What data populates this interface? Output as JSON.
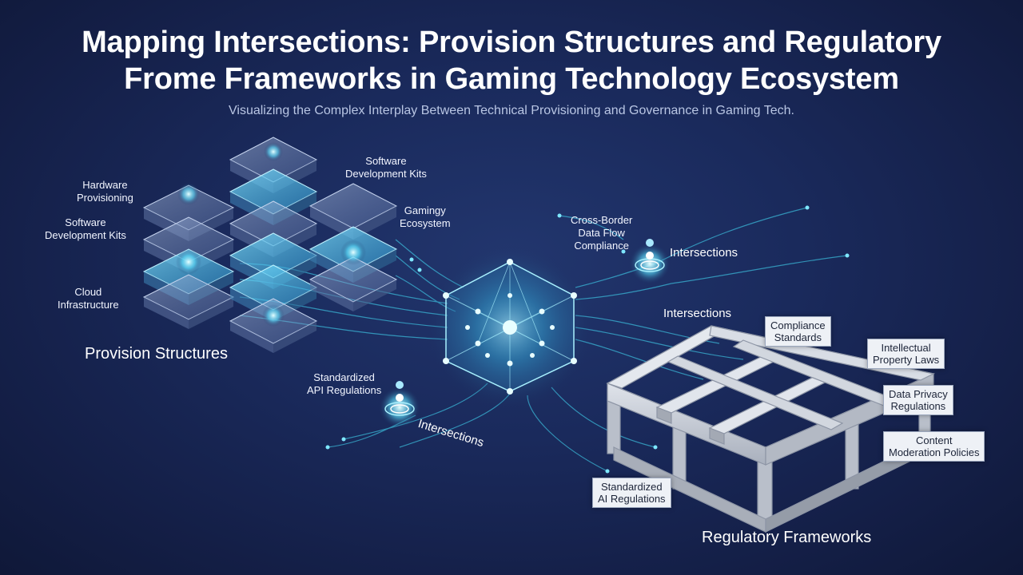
{
  "header": {
    "title_line1": "Mapping Intersections: Provision Structures and Regulatory",
    "title_line2": "Frome  Frameworks in Gaming Technology Ecosystem",
    "subtitle": "Visualizing the Complex Interplay Between Technical Provisioning and Governance in Gaming Tech."
  },
  "provision": {
    "section_title": "Provision Structures",
    "labels": {
      "hardware": [
        "Hardware",
        "Provisioning"
      ],
      "sdk_left": [
        "Software",
        "Development Kits"
      ],
      "cloud": [
        "Cloud",
        "Infrastructure"
      ],
      "sdk_top": [
        "Software",
        "Development Kits"
      ],
      "gaming": [
        "Gamingy",
        "Ecosystem"
      ]
    }
  },
  "intersections": {
    "cross_border": [
      "Cross-Border",
      "Data Flow",
      "Compliance"
    ],
    "api": [
      "Standardized",
      "API Regulations"
    ],
    "label_top_right": "Intersections",
    "label_middle": "Intersections",
    "label_bottom": "Intersections"
  },
  "regulatory": {
    "section_title": "Regulatory Frameworks",
    "boxes": {
      "compliance": [
        "Compliance",
        "Standards"
      ],
      "ip": [
        "Intellectual",
        "Property Laws"
      ],
      "privacy": [
        "Data Privacy",
        "Regulations"
      ],
      "content": [
        "Content",
        "Moderation Policies"
      ],
      "ai": [
        "Standardized",
        "AI Regulations"
      ]
    }
  },
  "colors": {
    "background": "#1a2a5c",
    "glow": "#7fe8ff",
    "line": "#3ec9e6",
    "frame": "#c9ced8"
  },
  "icons": [
    "person-node-icon",
    "glowing-hub-cube",
    "layered-stack-icon",
    "grid-frame-icon"
  ]
}
